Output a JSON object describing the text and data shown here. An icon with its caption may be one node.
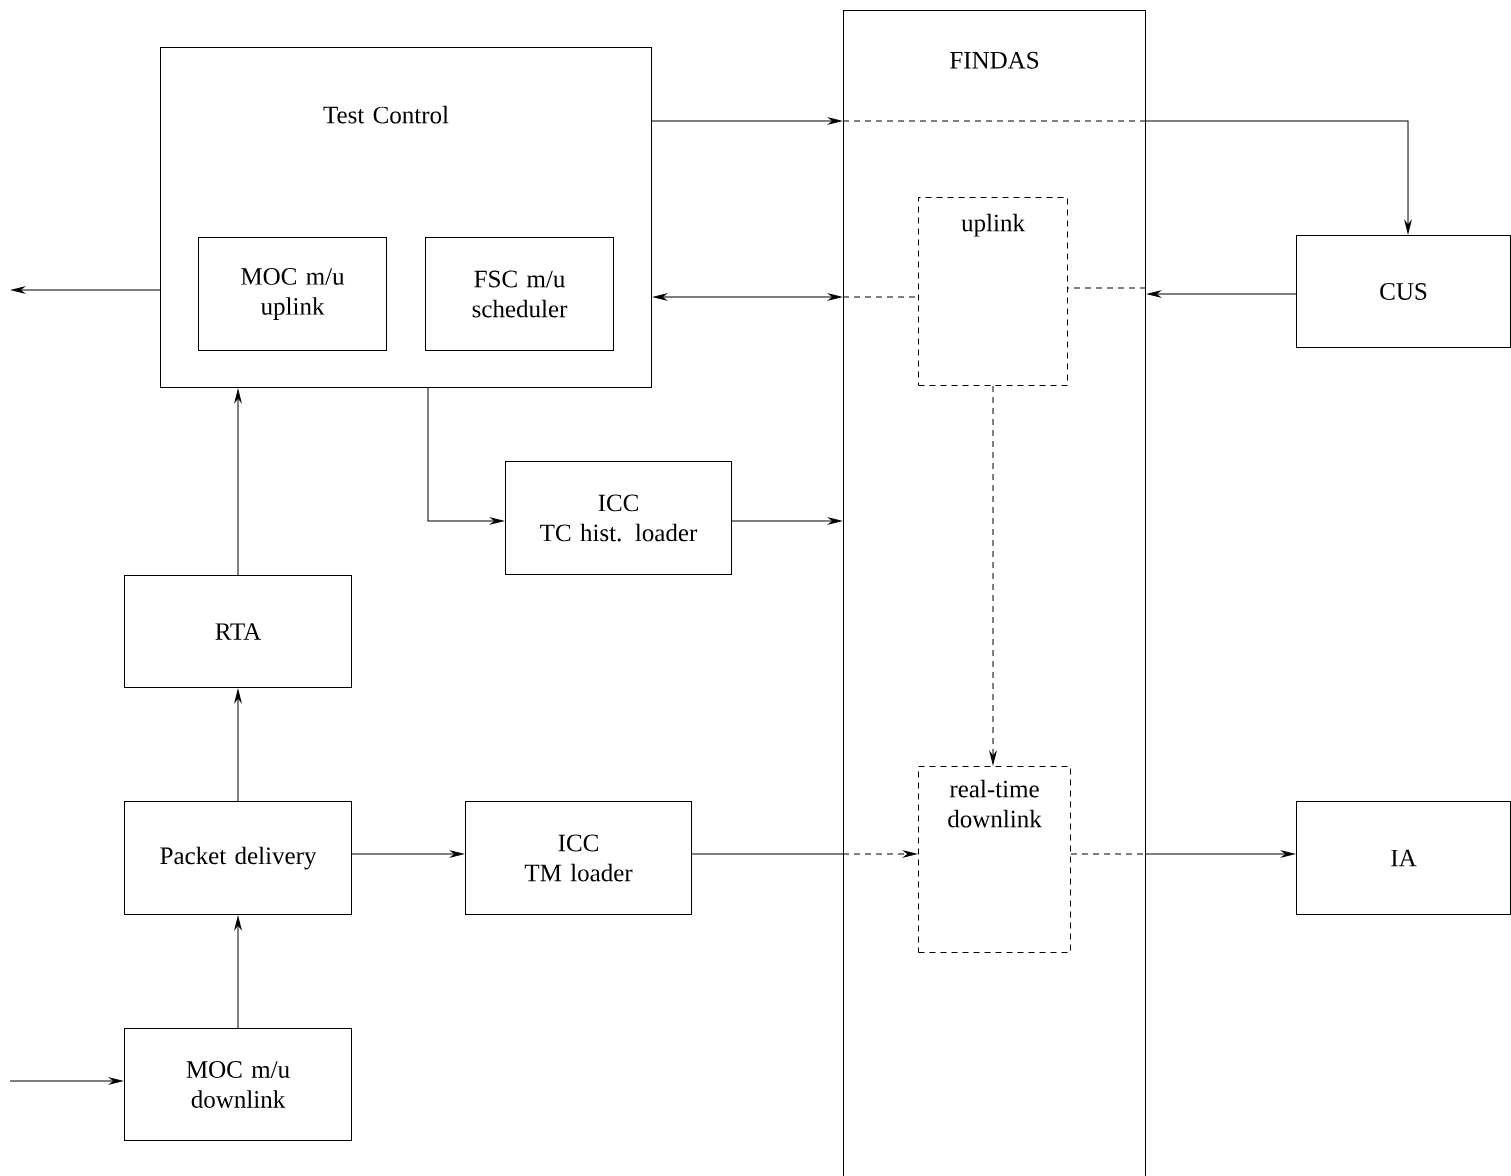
{
  "diagram": {
    "nodes": [
      {
        "text": [
          "Test Control"
        ]
      },
      {
        "text": [
          "MOC m/u uplink"
        ],
        "in": 0
      },
      {
        "text": [
          "FSC m/u scheduler"
        ],
        "in": 0
      },
      {
        "text": [
          "FINDAS"
        ]
      },
      {
        "text": [
          "uplink"
        ],
        "in": 3
      },
      {
        "text": [
          "CUS"
        ]
      },
      {
        "text": [
          "ICC",
          "TC hist. loader"
        ]
      },
      {
        "text": [
          "RTA"
        ]
      },
      {
        "text": [
          "real-time downlink"
        ],
        "in": 3
      },
      {
        "text": [
          "Packet delivery"
        ]
      },
      {
        "text": [
          "ICC",
          "TM loader"
        ]
      },
      {
        "text": [
          "IA"
        ]
      },
      {
        "text": [
          "MOC m/u downlink"
        ]
      }
    ],
    "edges": [
      {
        "from": 0,
        "to": null,
        "arrow": "to"
      },
      {
        "from": 0,
        "to": 3,
        "arrow": "to"
      },
      {
        "from": 3,
        "to": 5,
        "arrow": "to"
      },
      {
        "from": 0,
        "to": 3,
        "arrow": "both"
      },
      {
        "from": 3,
        "to": 4,
        "arrow": "none",
        "style": "dashed"
      },
      {
        "from": 5,
        "to": 3,
        "arrow": "to"
      },
      {
        "from": 3,
        "to": 4,
        "arrow": "none",
        "style": "dashed"
      },
      {
        "from": 0,
        "to": 6,
        "arrow": "to"
      },
      {
        "from": 6,
        "to": 3,
        "arrow": "to"
      },
      {
        "from": 4,
        "to": 8,
        "arrow": "to",
        "style": "dashed"
      },
      {
        "from": 7,
        "to": 0,
        "arrow": "to"
      },
      {
        "from": 9,
        "to": 7,
        "arrow": "to"
      },
      {
        "from": 12,
        "to": 9,
        "arrow": "to"
      },
      {
        "from": null,
        "to": 12,
        "arrow": "to"
      },
      {
        "from": 9,
        "to": 10,
        "arrow": "to"
      },
      {
        "from": 10,
        "to": 3,
        "arrow": "none"
      },
      {
        "from": 3,
        "to": 8,
        "arrow": "to",
        "style": "dashed"
      },
      {
        "from": 8,
        "to": 3,
        "arrow": "none",
        "style": "dashed"
      },
      {
        "from": 3,
        "to": 11,
        "arrow": "to"
      }
    ]
  }
}
